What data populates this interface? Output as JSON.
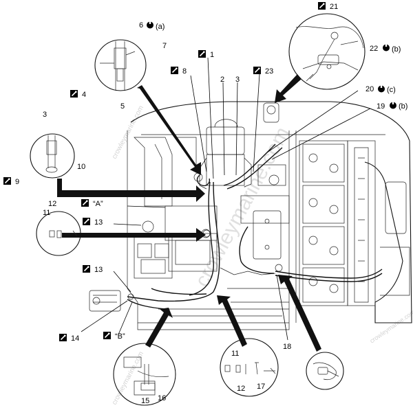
{
  "callouts": {
    "n1": "1",
    "n2": "2",
    "n3": "3",
    "n3b": "3",
    "n4": "4",
    "n5": "5",
    "n6": "6",
    "n7": "7",
    "n8": "8",
    "n9": "9",
    "n10": "10",
    "n11": "11",
    "n11b": "11",
    "n12": "12",
    "n12b": "12",
    "n13": "13",
    "n13b": "13",
    "n14": "14",
    "n15": "15",
    "n16": "16",
    "n17": "17",
    "n18": "18",
    "n19": "19",
    "n20": "20",
    "n21": "21",
    "n22": "22",
    "n23": "23"
  },
  "view_labels": {
    "a": "“A”",
    "b": "“B”"
  },
  "torque_refs": {
    "a": "(a)",
    "b": "(b)",
    "b2": "(b)",
    "c": "(c)"
  },
  "watermark": "crowleymarine.com",
  "colors": {
    "ink": "#000000",
    "watermark": "#c8c8c8",
    "background": "#ffffff"
  }
}
